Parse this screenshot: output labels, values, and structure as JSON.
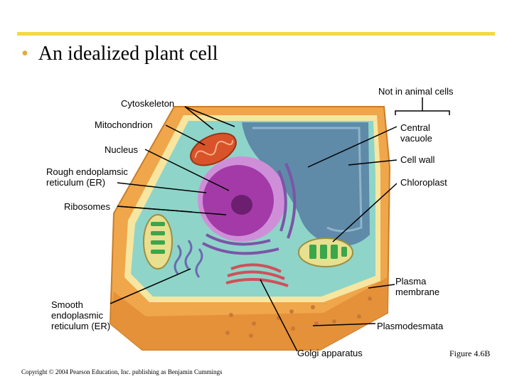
{
  "slide": {
    "bullet": "•",
    "title": "An idealized plant cell",
    "copyright": "Copyright © 2004 Pearson Education, Inc. publishing as Benjamin Cummings",
    "figure_label": "Figure 4.6B"
  },
  "labels": {
    "not_in_animal": "Not in animal cells",
    "cytoskeleton": "Cytoskeleton",
    "mitochondrion": "Mitochondrion",
    "nucleus": "Nucleus",
    "rough_er": "Rough endoplamsic\nreticulum (ER)",
    "ribosomes": "Ribosomes",
    "central_vacuole": "Central\nvacuole",
    "cell_wall": "Cell wall",
    "chloroplast": "Chloroplast",
    "plasma_membrane": "Plasma\nmembrane",
    "smooth_er": "Smooth\nendoplasmic\nreticulum (ER)",
    "plasmodesmata": "Plasmodesmata",
    "golgi": "Golgi apparatus"
  },
  "colors": {
    "accent_line": "#f2d84a",
    "bullet": "#e8a93c",
    "cell_wall": "#f0a64a",
    "cytoplasm": "#8fd4c8",
    "vacuole": "#5f8aa8",
    "nucleus": "#a33aa8",
    "mitochondrion": "#d9532a",
    "chloroplast": "#e8e090"
  }
}
